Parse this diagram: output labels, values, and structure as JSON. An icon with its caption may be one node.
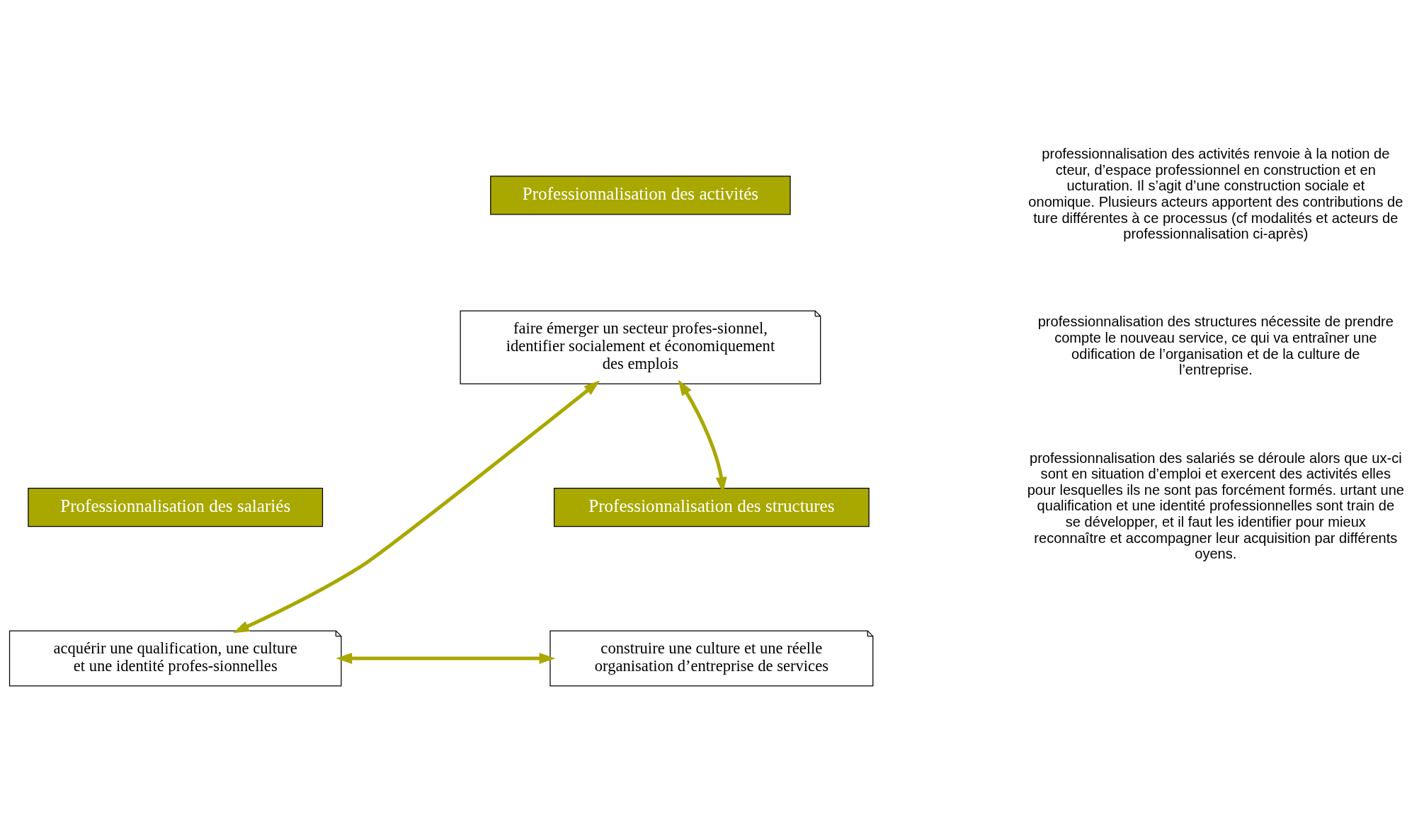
{
  "diagram": {
    "nodes": [
      {
        "text": [
          "Professionnalisation des activités"
        ]
      },
      {
        "text": [
          "faire émerger un secteur profes-sionnel, identifier socialement et économiquement des emplois"
        ]
      },
      {
        "text": [
          "Professionnalisation des salariés"
        ]
      },
      {
        "text": [
          "acquérir une qualification, une culture et une identité profes-sionnelles"
        ]
      },
      {
        "text": [
          "Professionnalisation des structures"
        ]
      },
      {
        "text": [
          "construire une culture et une réelle organisation d’entreprise de services"
        ]
      }
    ],
    "edges": [
      {
        "from": 1,
        "to": 3,
        "arrow": "both"
      },
      {
        "from": 1,
        "to": 4,
        "arrow": "both"
      },
      {
        "from": 3,
        "to": 5,
        "arrow": "both"
      }
    ],
    "labels": [
      "professionnalisation des activités renvoie à la notion de cteur, d’espace professionnel en construction et en ucturation. Il s’agit d’une construction sociale et onomique. Plusieurs acteurs apportent des contributions de ture différentes à ce processus (cf modalités et acteurs de professionnalisation ci-après)",
      "professionnalisation des structures nécessite de prendre compte le nouveau service, ce qui va entraîner une odification de l’organisation et de la culture de l’entreprise.",
      "professionnalisation des salariés se déroule alors que ux-ci sont en situation d’emploi et exercent des activités elles pour lesquelles ils ne sont pas forcément formés. urtant une qualification et une identité professionnelles sont train de se développer, et il faut les identifier pour mieux reconnaître et accompagner leur acquisition par différents oyens."
    ]
  }
}
